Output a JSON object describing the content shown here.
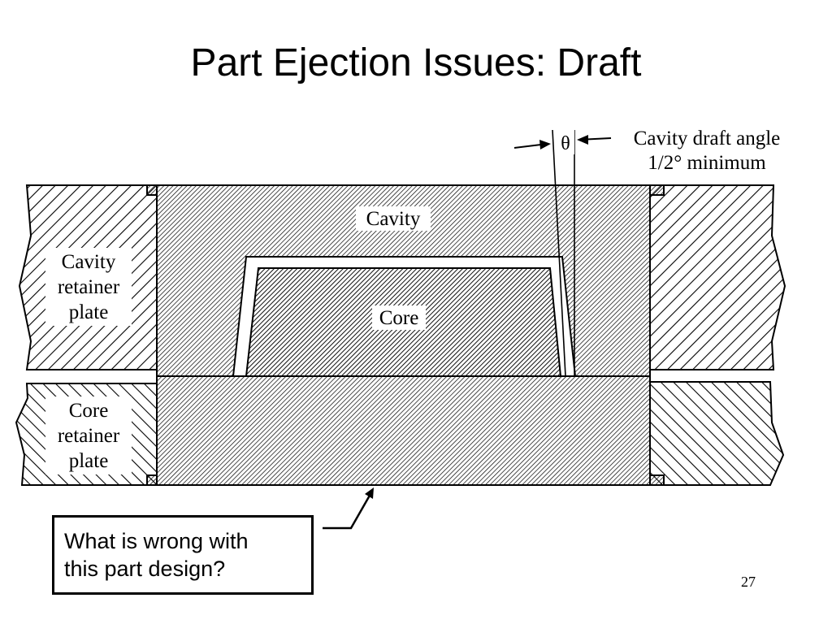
{
  "slide": {
    "title": "Part Ejection Issues: Draft",
    "page_number": "27"
  },
  "diagram": {
    "draft_symbol": "θ",
    "draft_label_line1": "Cavity draft angle",
    "draft_label_line2": "1/2° minimum",
    "cavity_label": "Cavity",
    "core_label": "Core",
    "cavity_retainer_label": [
      "Cavity",
      "retainer",
      "plate"
    ],
    "core_retainer_label": [
      "Core",
      "retainer",
      "plate"
    ]
  },
  "callout": {
    "line1": "What is wrong with",
    "line2": "this part design?"
  }
}
